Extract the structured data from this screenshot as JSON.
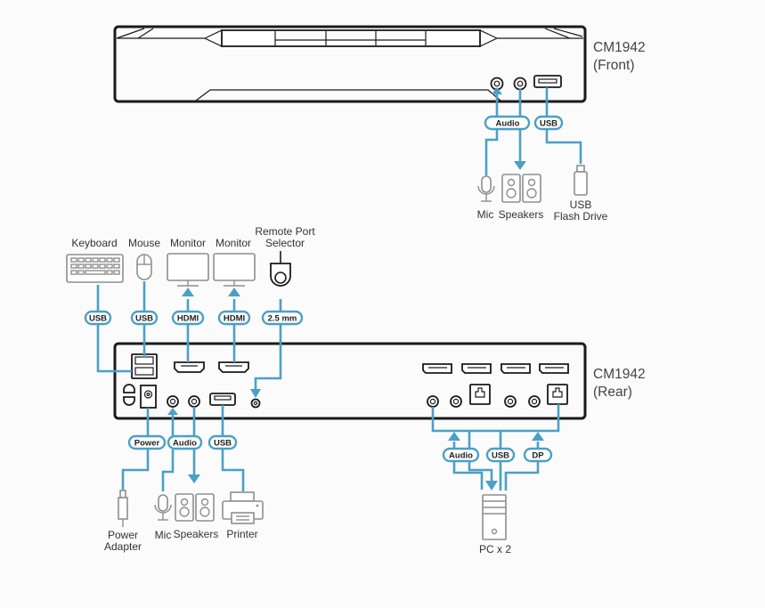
{
  "front": {
    "model": "CM1942",
    "view": "(Front)",
    "pills": {
      "audio": "Audio",
      "usb": "USB"
    },
    "devices": {
      "mic": "Mic",
      "speakers": "Speakers",
      "usb_line1": "USB",
      "usb_line2": "Flash Drive"
    }
  },
  "rear": {
    "model": "CM1942",
    "view": "(Rear)",
    "top_devices": {
      "keyboard": "Keyboard",
      "mouse": "Mouse",
      "monitor1": "Monitor",
      "monitor2": "Monitor",
      "remote_line1": "Remote Port",
      "remote_line2": "Selector"
    },
    "top_pills": {
      "keyboard": "USB",
      "mouse": "USB",
      "monitor1": "HDMI",
      "monitor2": "HDMI",
      "remote": "2.5 mm"
    },
    "bottom_pills": {
      "power": "Power",
      "audio": "Audio",
      "usb": "USB"
    },
    "bottom_devices": {
      "power_line1": "Power",
      "power_line2": "Adapter",
      "mic": "Mic",
      "speakers": "Speakers",
      "printer": "Printer"
    },
    "pc_pills": {
      "audio": "Audio",
      "usb": "USB",
      "dp": "DP"
    },
    "pc": "PC x 2"
  },
  "colors": {
    "cable": "#4aa0c6",
    "device_outline": "#1a1a1a",
    "peripheral": "#8e8e8e",
    "background": "#fbfbfb"
  }
}
